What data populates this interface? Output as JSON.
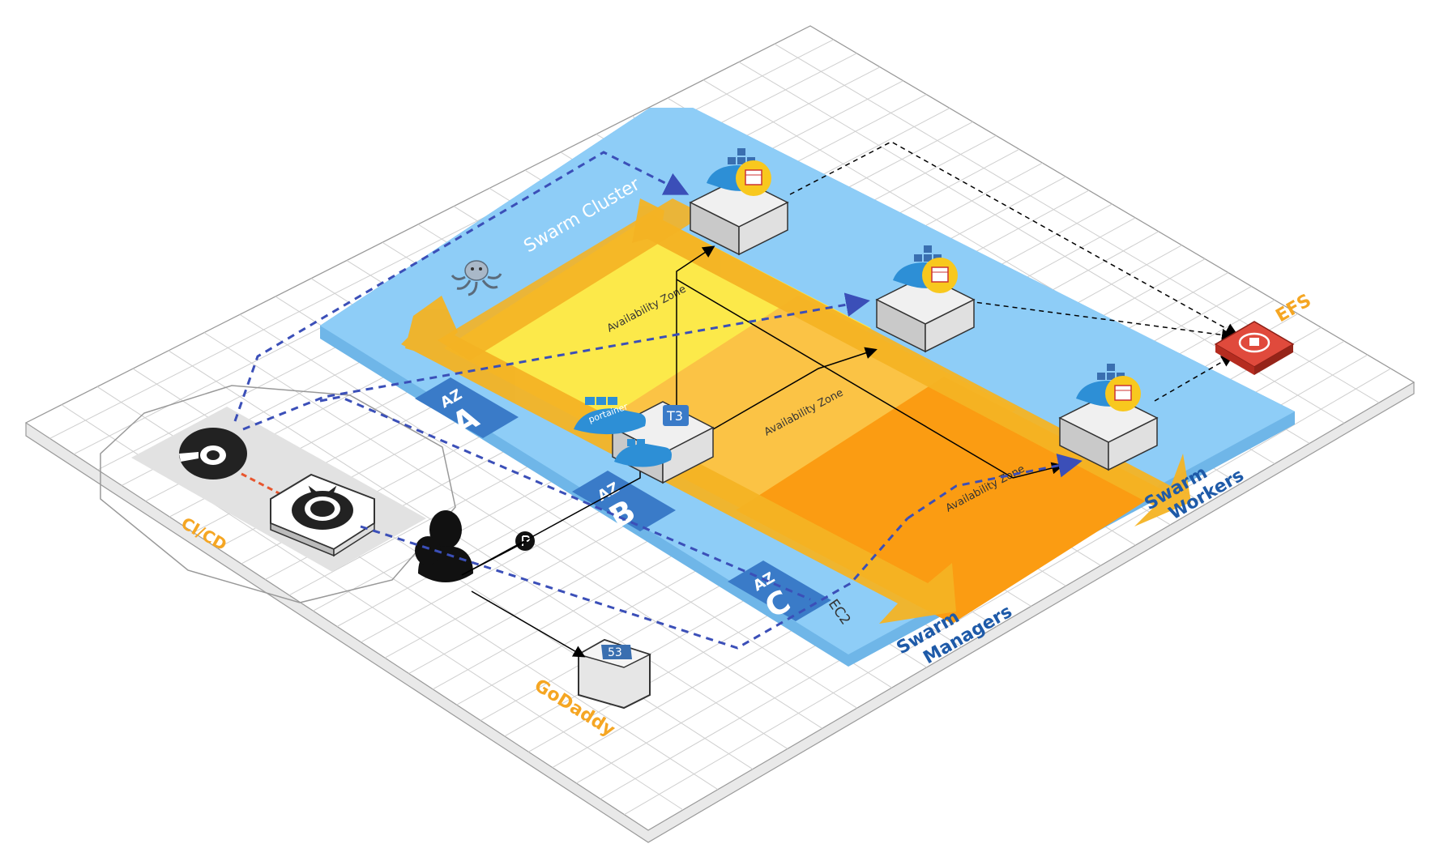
{
  "diagram": {
    "cluster_label": "Swarm Cluster",
    "az_zone_label": "Availability Zone",
    "az_badges": [
      {
        "prefix": "AZ",
        "letter": "A"
      },
      {
        "prefix": "AZ",
        "letter": "B"
      },
      {
        "prefix": "AZ",
        "letter": "C"
      }
    ],
    "ec2_label": "EC2",
    "managers_label": [
      "Swarm",
      "Managers"
    ],
    "workers_label": [
      "Swarm",
      "Workers"
    ],
    "efs_label": "EFS",
    "cicd_label": "CI/CD",
    "dns_label": "GoDaddy",
    "instance_type": "T3",
    "route53_number": "53",
    "portainer_text": "portainer"
  },
  "colors": {
    "grid_line": "#c8c8c8",
    "cluster_fill": "#8ecdf7",
    "az_a_fill": "#fce94a",
    "az_b_fill": "#fbc345",
    "az_c_fill": "#fb9c12",
    "arrow_band": "#f4b324",
    "badge_blue": "#3a7bc8",
    "dashed_blue": "#3b4fb8",
    "accent_orange": "#f5a623",
    "efs_red": "#d63b2f",
    "docker_blue": "#2d8fd6"
  },
  "icons": [
    "docker-whale-icon",
    "portainer-icon",
    "traefik-icon",
    "efs-icon",
    "route53-icon",
    "github-icon",
    "circleci-icon",
    "user-icon",
    "octopus-icon"
  ]
}
